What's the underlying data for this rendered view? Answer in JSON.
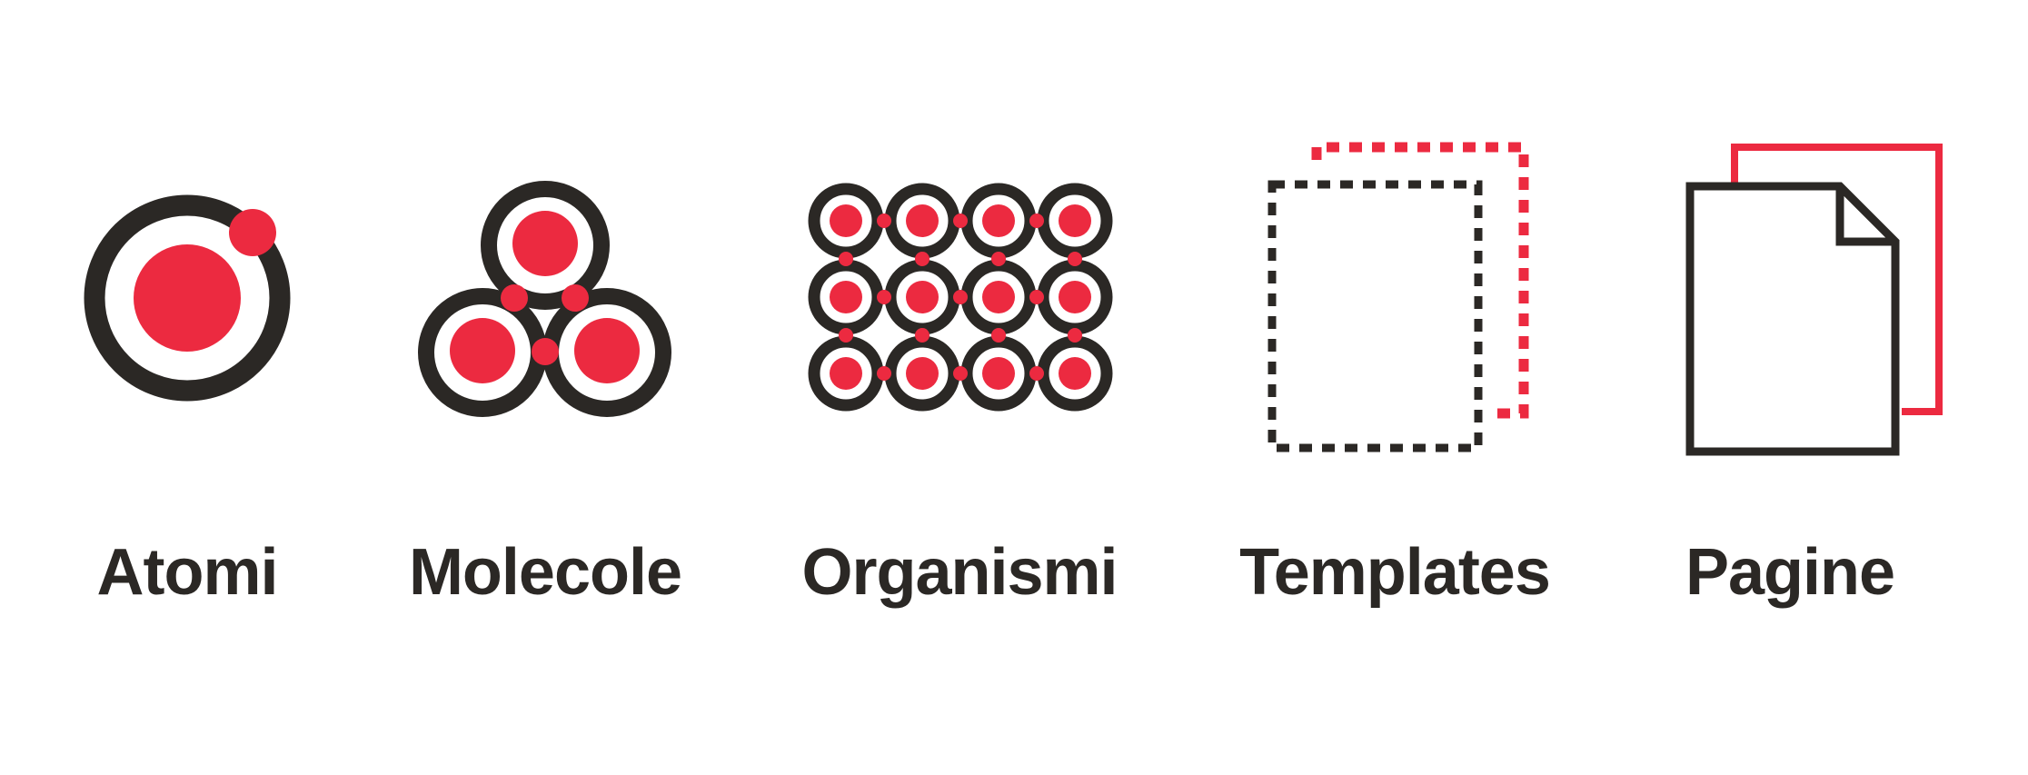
{
  "stages": [
    {
      "id": "atoms",
      "label": "Atomi"
    },
    {
      "id": "molecules",
      "label": "Molecole"
    },
    {
      "id": "organisms",
      "label": "Organismi"
    },
    {
      "id": "templates",
      "label": "Templates"
    },
    {
      "id": "pages",
      "label": "Pagine"
    }
  ],
  "colors": {
    "dark": "#2b2825",
    "accent": "#ec2a40",
    "background": "#ffffff"
  },
  "icons": [
    "atom-icon",
    "molecule-icon",
    "organism-grid-icon",
    "template-dashed-pages-icon",
    "page-document-icon"
  ]
}
